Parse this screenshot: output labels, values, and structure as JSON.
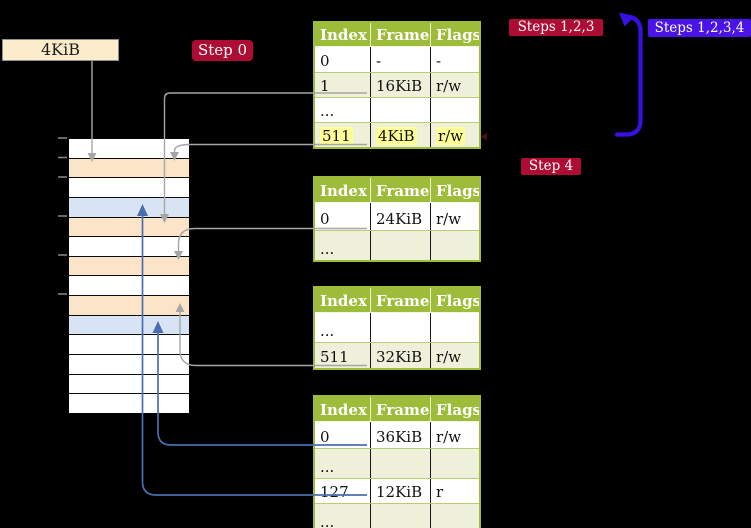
{
  "labels": {
    "page_size": "4KiB",
    "step0": "Step 0",
    "steps123": "Steps 1,2,3",
    "steps1234": "Steps 1,2,3,4",
    "step4": "Step 4"
  },
  "colors": {
    "crimson_badge": "#ad0c33",
    "blue_badge": "#4a14e8",
    "loop_arrow": "#3a10e2",
    "connector_gray": "#a6a6a6",
    "connector_blue": "#4a6fae",
    "table_header_green": "#9dbc3a",
    "table_row_alt": "#eef0da",
    "highlight_yellow": "#ffff99",
    "frame_peach": "#fce4c8",
    "frame_blue": "#d8e3f3",
    "size_box_beige": "#fbeccb"
  },
  "page_tables": [
    {
      "headers": [
        "Index",
        "Frame",
        "Flags"
      ],
      "rows": [
        {
          "cells": [
            "0",
            "-",
            "-"
          ]
        },
        {
          "cells": [
            "1",
            "16KiB",
            "r/w"
          ]
        },
        {
          "cells": [
            "...",
            "",
            ""
          ]
        },
        {
          "cells": [
            "511",
            "4KiB",
            "r/w"
          ],
          "highlight": true
        }
      ]
    },
    {
      "headers": [
        "Index",
        "Frame",
        "Flags"
      ],
      "rows": [
        {
          "cells": [
            "0",
            "24KiB",
            "r/w"
          ]
        },
        {
          "cells": [
            "...",
            "",
            ""
          ]
        }
      ]
    },
    {
      "headers": [
        "Index",
        "Frame",
        "Flags"
      ],
      "rows": [
        {
          "cells": [
            "...",
            "",
            ""
          ]
        },
        {
          "cells": [
            "511",
            "32KiB",
            "r/w"
          ]
        }
      ]
    },
    {
      "headers": [
        "Index",
        "Frame",
        "Flags"
      ],
      "rows": [
        {
          "cells": [
            "0",
            "36KiB",
            "r/w"
          ]
        },
        {
          "cells": [
            "...",
            "",
            ""
          ]
        },
        {
          "cells": [
            "127",
            "12KiB",
            "r"
          ]
        },
        {
          "cells": [
            "...",
            "",
            ""
          ]
        }
      ]
    }
  ],
  "memory": {
    "rows": [
      {
        "color": "white"
      },
      {
        "color": "peach"
      },
      {
        "color": "white"
      },
      {
        "color": "blue"
      },
      {
        "color": "peach"
      },
      {
        "color": "white"
      },
      {
        "color": "peach"
      },
      {
        "color": "white"
      },
      {
        "color": "peach"
      },
      {
        "color": "blue"
      },
      {
        "color": "white"
      },
      {
        "color": "white"
      },
      {
        "color": "white"
      },
      {
        "color": "white"
      }
    ]
  }
}
